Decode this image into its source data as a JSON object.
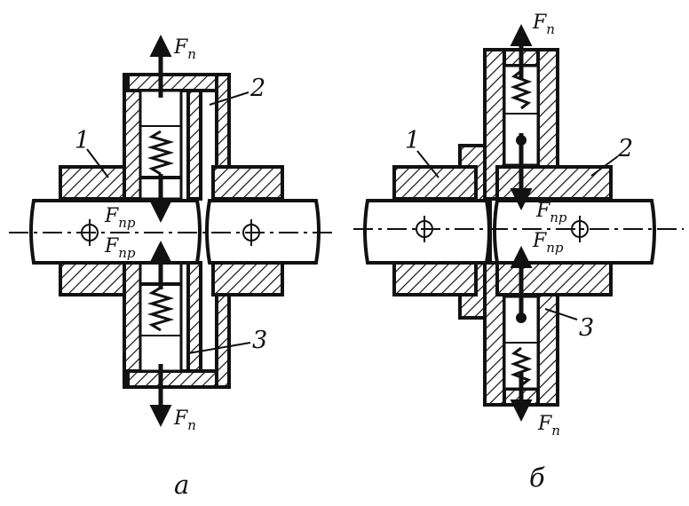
{
  "diagram_a": {
    "part_1": "1",
    "part_2": "2",
    "part_3": "3",
    "force_top": {
      "main": "F",
      "sub": "n"
    },
    "force_bottom": {
      "main": "F",
      "sub": "n"
    },
    "force_pr_upper": {
      "main": "F",
      "sub": "np"
    },
    "force_pr_lower": {
      "main": "F",
      "sub": "np"
    },
    "caption": "a"
  },
  "diagram_b": {
    "part_1": "1",
    "part_2": "2",
    "part_3": "3",
    "force_top": {
      "main": "F",
      "sub": "n"
    },
    "force_bottom": {
      "main": "F",
      "sub": "n"
    },
    "force_pr_upper": {
      "main": "F",
      "sub": "np"
    },
    "force_pr_lower": {
      "main": "F",
      "sub": "np"
    },
    "caption": "б"
  }
}
